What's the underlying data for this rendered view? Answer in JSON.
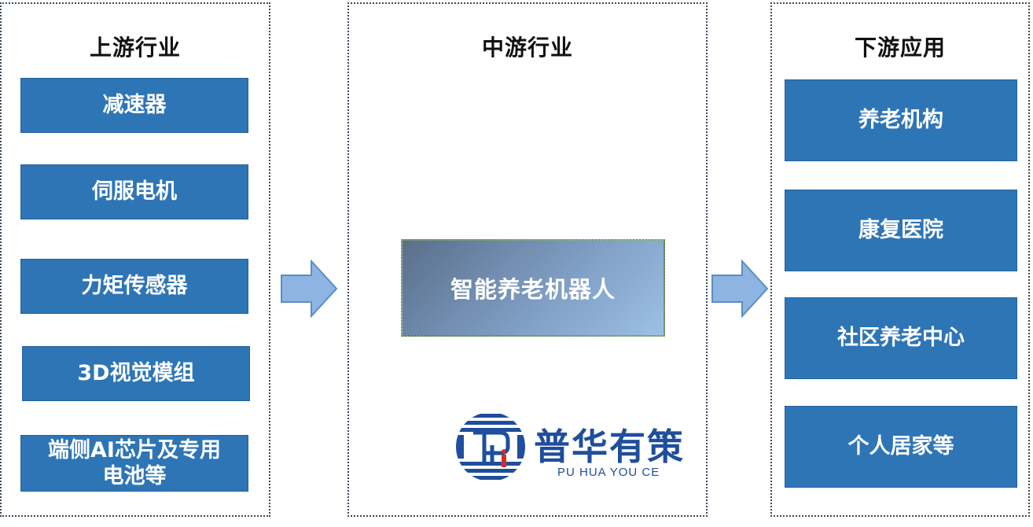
{
  "upstream": {
    "title": "上游行业",
    "items": [
      "减速器",
      "伺服电机",
      "力矩传感器",
      "3D视觉模组",
      "端侧AI芯片及专用电池等"
    ],
    "last_item_lines": [
      "端侧AI芯片及专用",
      "电池等"
    ]
  },
  "midstream": {
    "title": "中游行业",
    "product": "智能养老机器人"
  },
  "downstream": {
    "title": "下游应用",
    "items": [
      "养老机构",
      "康复医院",
      "社区养老中心",
      "个人居家等"
    ]
  },
  "logo": {
    "name_cn": "普华有策",
    "name_en": "PU HUA YOU CE"
  },
  "colors": {
    "box_blue": "#2e75b6",
    "arrow_fill": "#8db4e2",
    "logo_blue": "#1f4e9c"
  },
  "icons": [
    "right-arrow-icon",
    "puhua-logo-icon"
  ]
}
